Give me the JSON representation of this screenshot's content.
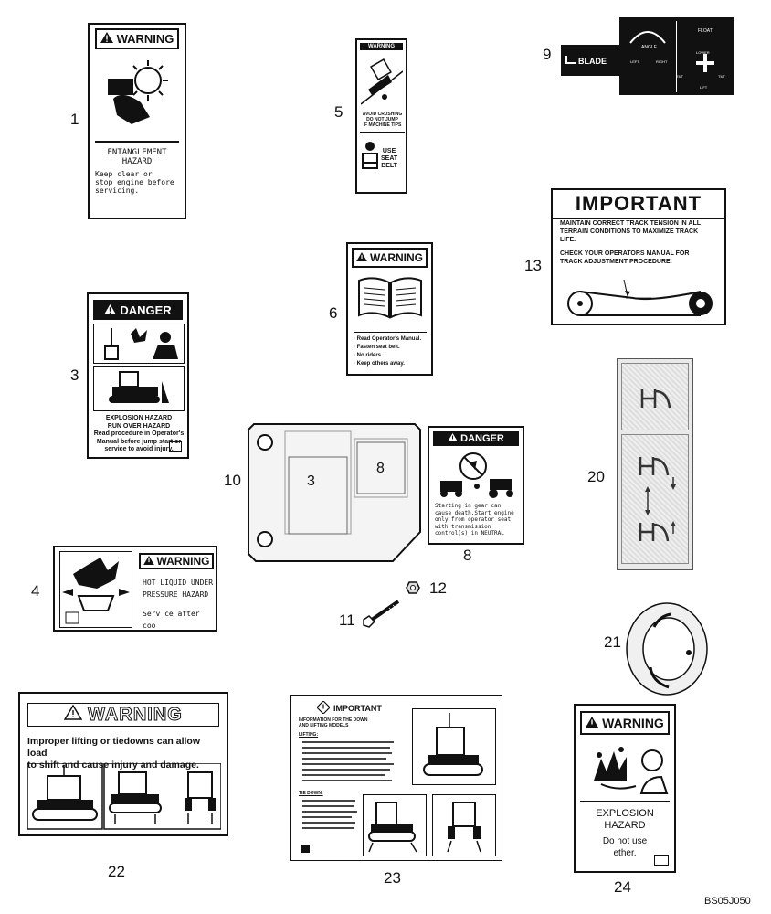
{
  "callouts": {
    "n1": "1",
    "n3": "3",
    "n4": "4",
    "n5": "5",
    "n6": "6",
    "n8": "8",
    "n9": "9",
    "n10": "10",
    "n11": "11",
    "n12": "12",
    "n13": "13",
    "n20": "20",
    "n21": "21",
    "n22": "22",
    "n23": "23",
    "n24": "24"
  },
  "decal1": {
    "header": "WARNING",
    "line1": "ENTANGLEMENT",
    "line2": "HAZARD",
    "line3": "Keep clear or",
    "line4": "stop engine before",
    "line5": "servicing."
  },
  "decal3": {
    "header": "DANGER",
    "line1": "EXPLOSION HAZARD",
    "line2": "RUN OVER HAZARD",
    "line3": "Read procedure in Operator's",
    "line4": "Manual before jump start or",
    "line5": "service to avoid injury."
  },
  "decal4": {
    "header": "WARNING",
    "line1": "HOT LIQUID UNDER",
    "line2": "PRESSURE HAZARD",
    "line3": "Serv ce after coo"
  },
  "decal5": {
    "header": "WARNING",
    "line1": "AVOID CRUSHING",
    "line2": "DO NOT JUMP",
    "line3": "IF MACHINE TIPS",
    "use": "USE",
    "seat": "SEAT",
    "belt": "BELT"
  },
  "decal6": {
    "header": "WARNING",
    "line1": "· Read Operator's Manual.",
    "line2": "· Fasten seat belt.",
    "line3": "· No riders.",
    "line4": "· Keep others away."
  },
  "decal8": {
    "header": "DANGER",
    "line1": "Starting in gear can",
    "line2": "cause death.Start engine",
    "line3": "only from operator seat",
    "line4": "with transmission",
    "line5": "control(s) in NEUTRAL"
  },
  "decal9": {
    "blade": "BLADE",
    "angle": "ANGLE",
    "left": "LEFT",
    "right": "RIGHT",
    "float": "FLOAT",
    "lower": "LOWER",
    "tilt": "TILT",
    "lift": "LIFT"
  },
  "panel10": {
    "label3": "3",
    "label8": "8"
  },
  "decal13": {
    "title": "IMPORTANT",
    "line1": "MAINTAIN CORRECT TRACK TENSION IN ALL",
    "line2": "TERRAIN CONDITIONS TO MAXIMIZE TRACK",
    "line3": "LIFE.",
    "line4": "CHECK YOUR OPERATORS MANUAL FOR",
    "line5": "TRACK ADJUSTMENT PROCEDURE."
  },
  "decal22": {
    "header": "WARNING",
    "line1": "Improper lifting or tiedowns can allow load",
    "line2": "to shift and cause injury and damage."
  },
  "decal23": {
    "header": "IMPORTANT",
    "line1": "INFORMATION FOR THE DOWN",
    "line2": "AND LIFTING MODELS",
    "lifting": "LIFTING:",
    "tiedown": "TIE DOWN:"
  },
  "decal24": {
    "header": "WARNING",
    "line1": "EXPLOSION",
    "line2": "HAZARD",
    "line3": "Do not use",
    "line4": "ether."
  },
  "figure_ref": "BS05J050"
}
